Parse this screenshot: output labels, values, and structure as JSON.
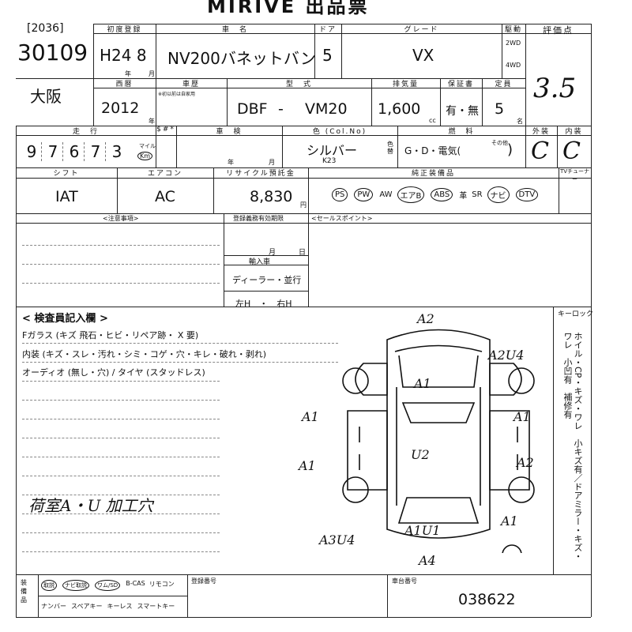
{
  "title": "MIRIVE 出品票",
  "lot": {
    "code": "[2036]",
    "number": "30109",
    "region": "大阪"
  },
  "header": {
    "first_reg": "初度登録",
    "car_name": "車　名",
    "doors": "ドア",
    "grade": "グレード",
    "drive": "駆動",
    "score": "評価点",
    "model_year": "西暦",
    "title_hdr": "車歴",
    "type": "型　式",
    "displacement": "排気量",
    "warranty": "保証書",
    "capacity": "定員"
  },
  "vehicle": {
    "first_reg_value": "H24 8",
    "year_unit": "年",
    "month_unit": "月",
    "name": "NV200バネットバン",
    "doors": "5",
    "grade": "VX",
    "drive_2wd": "2WD",
    "drive_4wd": "4WD",
    "model_year": "2012",
    "model_year_unit": "年",
    "title_note": "※初以前は自家用",
    "type_prefix": "DBF",
    "type_dash": "-",
    "type_code": "VM20",
    "displacement": "1,600",
    "displacement_unit": "cc",
    "warranty": "有・無",
    "capacity": "5",
    "capacity_unit": "名",
    "score": "3.5"
  },
  "row3": {
    "mileage_hdr": "走　行",
    "meter_hdr": "$#*",
    "inspection_hdr": "車　検",
    "color_hdr": "色 (Col.No)",
    "fuel_hdr": "燃　料",
    "exterior_hdr": "外装",
    "interior_hdr": "内装",
    "mileage_digits": [
      "9",
      "7",
      "6",
      "7",
      "3"
    ],
    "mileage_unit_top": "マイル",
    "mileage_unit_bottom": "Km",
    "inspection_year": "年",
    "inspection_month": "月",
    "color": "シルバー",
    "color_no": "K23",
    "color_change": "色替",
    "fuel": "G・D・電気(",
    "fuel_other": "その他",
    "fuel_close": ")",
    "exterior": "C",
    "interior": "C"
  },
  "row4": {
    "shift_hdr": "シフト",
    "ac_hdr": "エアコン",
    "recycle_hdr": "リサイクル預託金",
    "options_hdr": "純正装備品",
    "tuner_hdr": "TVチューナー",
    "shift": "IAT",
    "ac": "AC",
    "recycle": "8,830",
    "recycle_unit": "円",
    "options": [
      "PS",
      "PW",
      "AW",
      "エアB",
      "ABS",
      "革",
      "SR",
      "ナビ",
      "DTV"
    ]
  },
  "notes": {
    "caution_hdr": "<注意事項>",
    "expiry_hdr": "登録義務有効期限",
    "sales_hdr": "<セールスポイント>",
    "month": "月",
    "day": "日",
    "import_hdr": "輸入車",
    "import_value": "ディーラー・並行",
    "handle": "左H　・　右H"
  },
  "inspector": {
    "hdr": "< 検査員記入欄 >",
    "line1": "Fガラス (キズ 飛石・ヒビ・リペア跡・ X 要)",
    "line2": "内装 (キズ・スレ・汚れ・シミ・コゲ・穴・キレ・破れ・剥れ)",
    "line3": "オーディオ (無し・穴) / タイヤ (スタッドレス)",
    "handwritten": "荷室A・U 加工穴",
    "keylock": "キーロック",
    "side_text": "ホイル・CP・キズ・ワレ　小キズ有／ドアミラー・キズ・ワレ　小凹有　補修有"
  },
  "damage": {
    "front": "A2",
    "front_right": "A2U4",
    "roof_front": "A1",
    "left_front": "A1",
    "right_front": "A1",
    "center": "U2",
    "left_rear": "A1",
    "right_rear": "A2",
    "rear_left": "A3U4",
    "rear_right": "A1",
    "rear_center": "A1U1",
    "rear": "A4"
  },
  "footer": {
    "equip_hdr": "装備品",
    "items": [
      "取説",
      "ナビ取説",
      "ワム/SD",
      "B-CAS",
      "リモコン",
      "ナンバー",
      "スペアキー",
      "キーレス",
      "スマートキー"
    ],
    "reg_no_hdr": "登録番号",
    "chassis_hdr": "車台番号",
    "chassis": "038622"
  }
}
